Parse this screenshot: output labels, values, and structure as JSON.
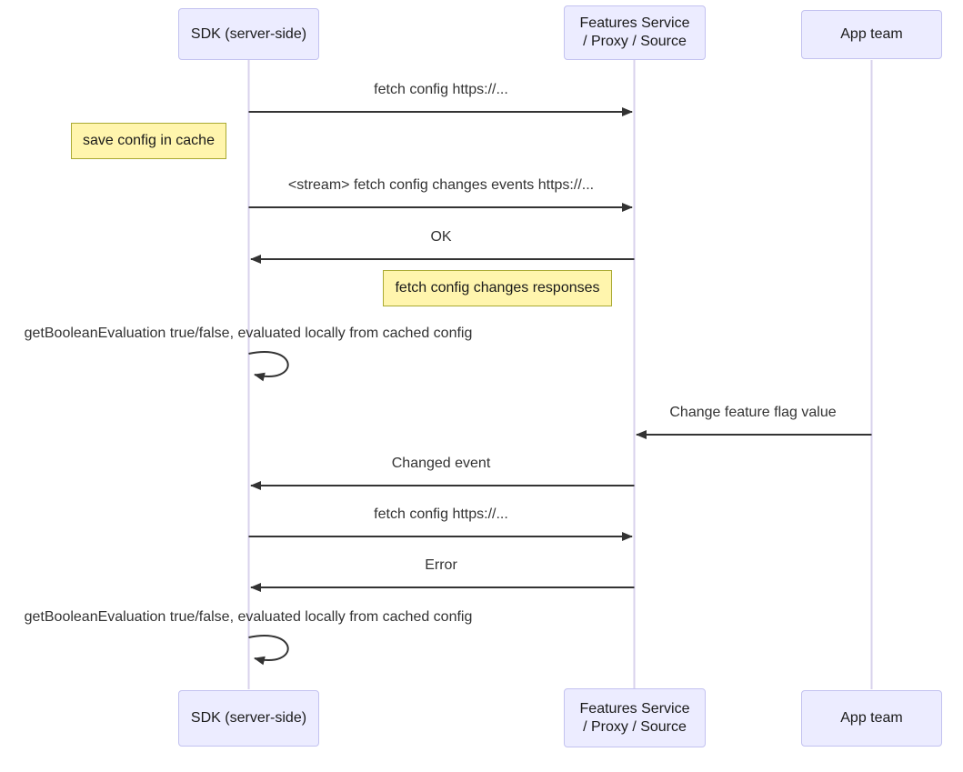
{
  "diagram": {
    "kind": "sequence-diagram",
    "participants": [
      {
        "id": "sdk",
        "lines": [
          "SDK (server-side)"
        ]
      },
      {
        "id": "features",
        "lines": [
          "Features Service",
          "/ Proxy / Source"
        ]
      },
      {
        "id": "app",
        "lines": [
          "App team"
        ]
      }
    ],
    "notes": [
      {
        "text": "save config in cache",
        "position": "left of SDK (server-side)"
      },
      {
        "text": "fetch config changes responses",
        "position": "left of Features Service / Proxy / Source"
      }
    ],
    "messages": [
      {
        "from": "SDK (server-side)",
        "to": "Features Service / Proxy / Source",
        "label": "fetch config https://...",
        "type": "solid-arrow"
      },
      {
        "from": "SDK (server-side)",
        "to": "Features Service / Proxy / Source",
        "label": "<stream> fetch config changes events https://...",
        "type": "solid-arrow"
      },
      {
        "from": "Features Service / Proxy / Source",
        "to": "SDK (server-side)",
        "label": "OK",
        "type": "solid-arrow"
      },
      {
        "from": "SDK (server-side)",
        "to": "SDK (server-side)",
        "label": "getBooleanEvaluation true/false, evaluated locally from cached config",
        "type": "self-loop"
      },
      {
        "from": "App team",
        "to": "Features Service / Proxy / Source",
        "label": "Change feature flag value",
        "type": "solid-arrow"
      },
      {
        "from": "Features Service / Proxy / Source",
        "to": "SDK (server-side)",
        "label": "Changed event",
        "type": "solid-arrow"
      },
      {
        "from": "SDK (server-side)",
        "to": "Features Service / Proxy / Source",
        "label": "fetch config https://...",
        "type": "solid-arrow"
      },
      {
        "from": "Features Service / Proxy / Source",
        "to": "SDK (server-side)",
        "label": "Error",
        "type": "solid-arrow"
      },
      {
        "from": "SDK (server-side)",
        "to": "SDK (server-side)",
        "label": "getBooleanEvaluation true/false, evaluated locally from cached config",
        "type": "self-loop"
      }
    ],
    "colors": {
      "actor_fill": "#ECECFF",
      "actor_border": "#C3C2F0",
      "note_fill": "#FFF5AD",
      "note_border": "#AAAA33",
      "lifeline": "#D8D2EC",
      "arrow": "#333333",
      "text": "#333333",
      "background": "#FFFFFF"
    }
  }
}
